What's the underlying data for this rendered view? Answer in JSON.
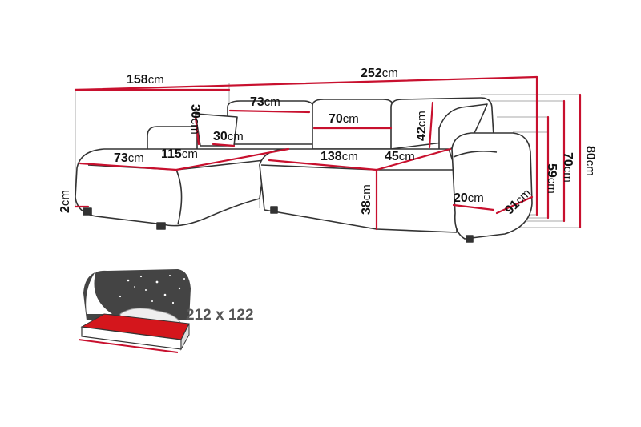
{
  "dimensions": [
    {
      "id": "d158",
      "value": "158",
      "unit": "cm"
    },
    {
      "id": "d252",
      "value": "252",
      "unit": "cm"
    },
    {
      "id": "d73top",
      "value": "73",
      "unit": "cm"
    },
    {
      "id": "d30v",
      "value": "30",
      "unit": "cm"
    },
    {
      "id": "d30h",
      "value": "30",
      "unit": "cm"
    },
    {
      "id": "d70",
      "value": "70",
      "unit": "cm"
    },
    {
      "id": "d42",
      "value": "42",
      "unit": "cm"
    },
    {
      "id": "d73left",
      "value": "73",
      "unit": "cm"
    },
    {
      "id": "d115",
      "value": "115",
      "unit": "cm"
    },
    {
      "id": "d138",
      "value": "138",
      "unit": "cm"
    },
    {
      "id": "d45",
      "value": "45",
      "unit": "cm"
    },
    {
      "id": "d2",
      "value": "2",
      "unit": "cm"
    },
    {
      "id": "d38",
      "value": "38",
      "unit": "cm"
    },
    {
      "id": "d20",
      "value": "20",
      "unit": "cm"
    },
    {
      "id": "d91",
      "value": "91",
      "unit": "cm"
    },
    {
      "id": "d59",
      "value": "59",
      "unit": "cm"
    },
    {
      "id": "d70v",
      "value": "70",
      "unit": "cm"
    },
    {
      "id": "d80",
      "value": "80",
      "unit": "cm"
    }
  ],
  "bed_size": "212 x 122",
  "colors": {
    "measure": "#c8102e",
    "outline": "#333333",
    "guide": "#aaaaaa"
  }
}
